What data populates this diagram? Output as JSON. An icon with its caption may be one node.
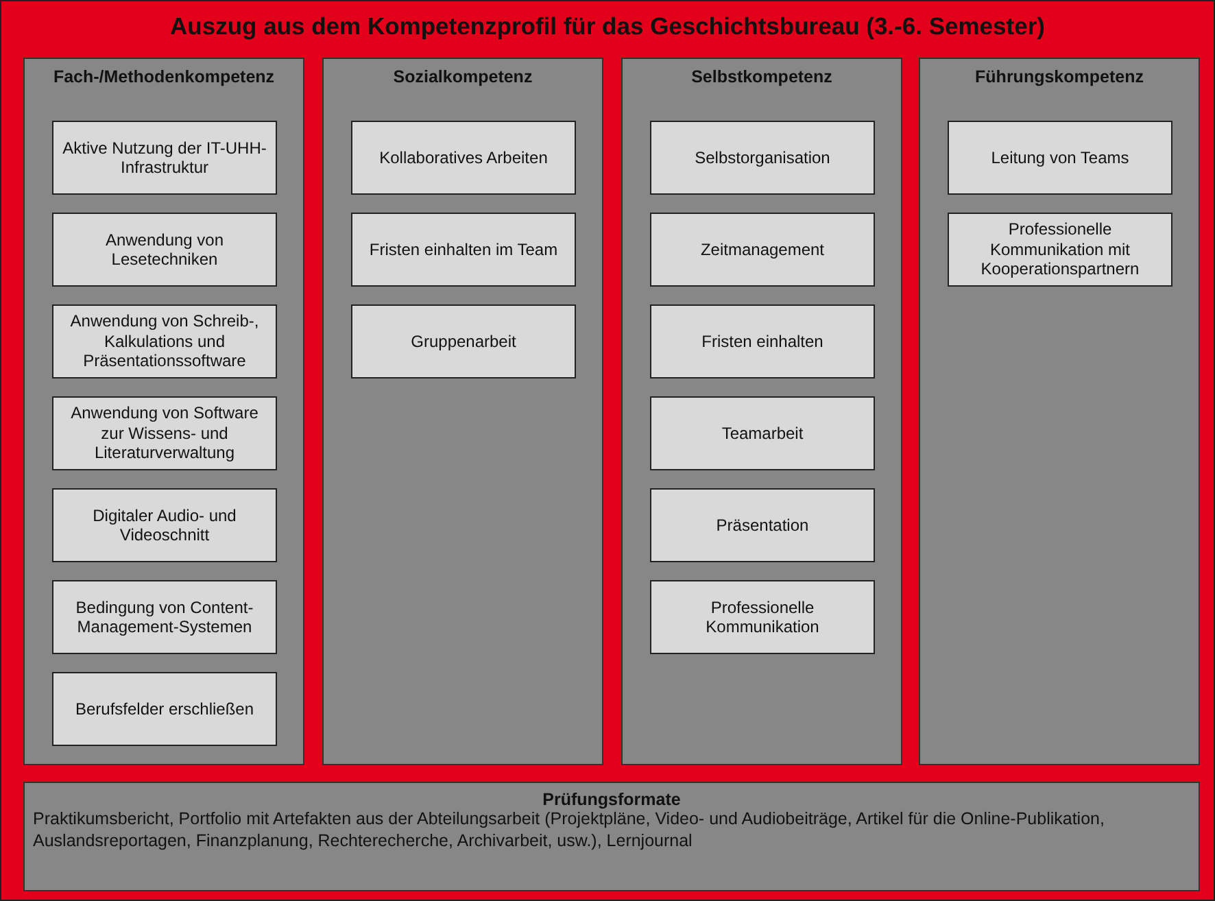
{
  "diagram": {
    "nodes": [
      {
        "text": [
          "Auszug aus dem Kompetenzprofil für das Geschichtsbureau (3.-6. Semester)"
        ]
      },
      {
        "text": [
          "Fach-/Methodenkompetenz"
        ],
        "in": 0
      },
      {
        "text": [
          "Aktive Nutzung der IT-UHH-Infrastruktur"
        ],
        "in": 1
      },
      {
        "text": [
          "Anwendung von Lesetechniken"
        ],
        "in": 1
      },
      {
        "text": [
          "Anwendung von Schreib-, Kalkulations und Präsentationssoftware"
        ],
        "in": 1
      },
      {
        "text": [
          "Anwendung von Software zur Wissens- und Literaturverwaltung"
        ],
        "in": 1
      },
      {
        "text": [
          "Digitaler Audio- und Videoschnitt"
        ],
        "in": 1
      },
      {
        "text": [
          "Bedingung von Content-Management-Systemen"
        ],
        "in": 1
      },
      {
        "text": [
          "Berufsfelder erschließen"
        ],
        "in": 1
      },
      {
        "text": [
          "Sozialkompetenz"
        ],
        "in": 0
      },
      {
        "text": [
          "Kollaboratives Arbeiten"
        ],
        "in": 9
      },
      {
        "text": [
          "Fristen einhalten im Team"
        ],
        "in": 9
      },
      {
        "text": [
          "Gruppenarbeit"
        ],
        "in": 9
      },
      {
        "text": [
          "Selbstkompetenz"
        ],
        "in": 0
      },
      {
        "text": [
          "Selbstorganisation"
        ],
        "in": 13
      },
      {
        "text": [
          "Zeitmanagement"
        ],
        "in": 13
      },
      {
        "text": [
          "Fristen einhalten"
        ],
        "in": 13
      },
      {
        "text": [
          "Teamarbeit"
        ],
        "in": 13
      },
      {
        "text": [
          "Präsentation"
        ],
        "in": 13
      },
      {
        "text": [
          "Professionelle Kommunikation"
        ],
        "in": 13
      },
      {
        "text": [
          "Führungskompetenz"
        ],
        "in": 0
      },
      {
        "text": [
          "Leitung von Teams"
        ],
        "in": 20
      },
      {
        "text": [
          "Professionelle Kommunikation mit Kooperationspartnern"
        ],
        "in": 20
      },
      {
        "text": [
          "Prüfungsformate",
          "Praktikumsbericht, Portfolio mit Artefakten aus der Abteilungsarbeit (Projektpläne, Video- und Audiobeiträge, Artikel für die Online-Publikation, Auslandsreportagen, Finanzplanung, Rechterecherche, Archivarbeit, usw.), Lernjournal"
        ],
        "in": 0
      }
    ]
  }
}
